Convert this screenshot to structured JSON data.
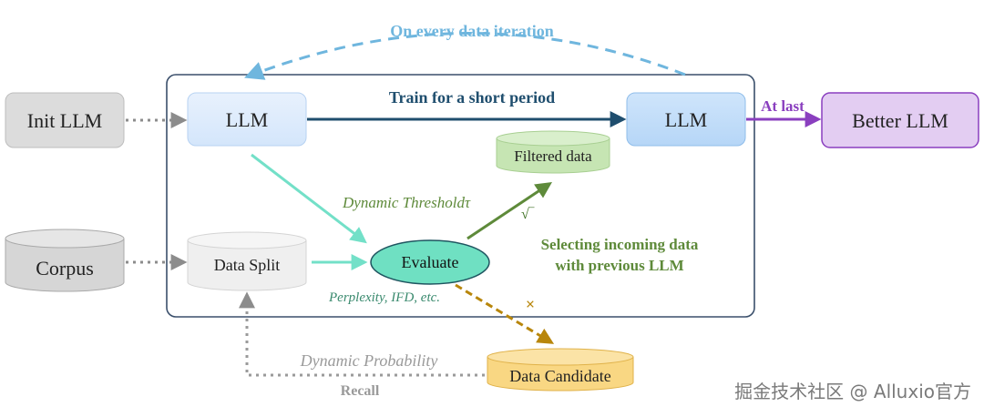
{
  "diagram": {
    "loop_label": "On every data iteration",
    "train_label": "Train for a short period",
    "at_last_label": "At last",
    "nodes": {
      "init_llm": "Init LLM",
      "llm_left": "LLM",
      "llm_right": "LLM",
      "better_llm": "Better LLM",
      "corpus": "Corpus",
      "data_split": "Data Split",
      "evaluate": "Evaluate",
      "filtered_data": "Filtered data",
      "data_candidate": "Data Candidate"
    },
    "annotations": {
      "dynamic_threshold": "Dynamic Thresholdτ",
      "check_mark": "√‾",
      "cross_mark": "×",
      "selecting_line1": "Selecting incoming data",
      "selecting_line2": "with previous LLM",
      "perplexity": "Perplexity, IFD, etc.",
      "dynamic_probability": "Dynamic Probability",
      "recall": "Recall"
    },
    "watermark": "掘金技术社区 @ Alluxio官方",
    "colors": {
      "outer_border": "#3a4f6b",
      "loop_arrow": "#6fb6de",
      "train_arrow": "#1f4e6e",
      "at_last": "#8a3fbf",
      "teal_arrow": "#73e0c8",
      "green_text": "#5e8a3a",
      "brown_arrow": "#b8860b",
      "gray_arrow": "#9a9a9a"
    }
  }
}
